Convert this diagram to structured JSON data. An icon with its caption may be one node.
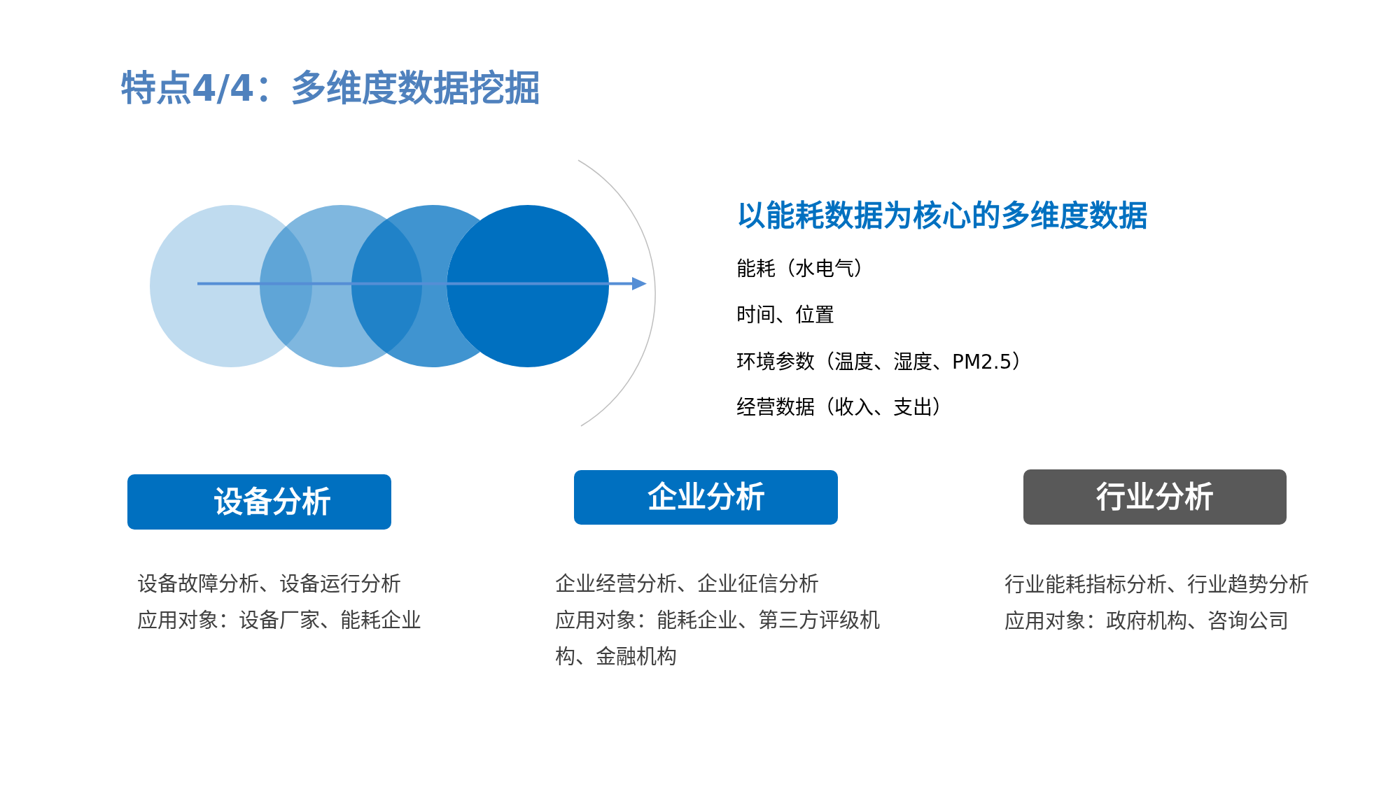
{
  "diagram": {
    "title": "特点4/4：多维度数据挖掘",
    "nodes": [
      {
        "text": [],
        "shape": "circle"
      },
      {
        "text": [],
        "shape": "circle"
      },
      {
        "text": [],
        "shape": "circle"
      },
      {
        "text": [],
        "shape": "circle"
      },
      {
        "text": [
          "设备分析"
        ],
        "beside": [
          "设备故障分析、设备运行分析",
          "应用对象：设备厂家、能耗企业"
        ]
      },
      {
        "text": [
          "企业分析"
        ],
        "beside": [
          "企业经营分析、企业征信分析",
          "应用对象：能耗企业、第三方评级机构、金融机构"
        ]
      },
      {
        "text": [
          "行业分析"
        ],
        "beside": [
          "行业能耗指标分析、行业趋势分析",
          "应用对象：政府机构、咨询公司"
        ]
      }
    ],
    "labels": [
      "以能耗数据为核心的多维度数据",
      "能耗（水电气）",
      "时间、位置",
      "环境参数（温度、湿度、PM2.5）",
      "经营数据（收入、支出）"
    ]
  }
}
